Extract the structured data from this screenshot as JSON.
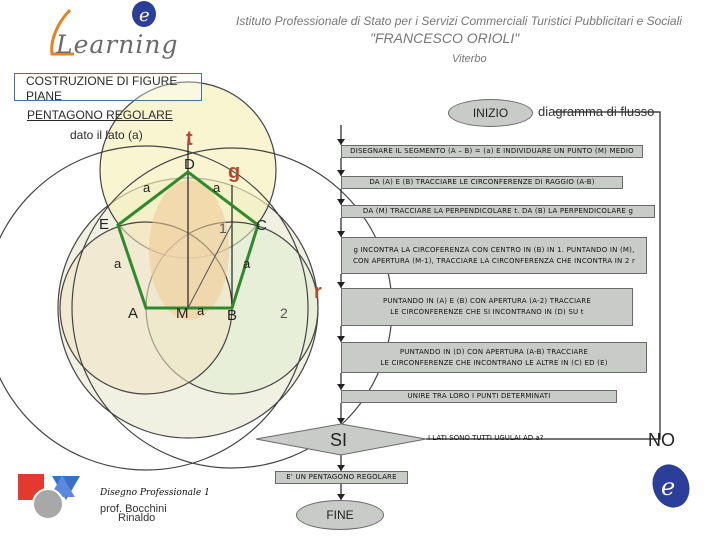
{
  "header": {
    "logo_text": "Learning",
    "institute_line1": "Istituto Professionale di Stato per i Servizi Commerciali Turistici Pubblicitari e Sociali",
    "institute_line2": "\"FRANCESCO ORIOLI\"",
    "institute_line3": "Viterbo"
  },
  "title": {
    "line1": "COSTRUZIONE DI FIGURE",
    "line2": "PIANE",
    "line3": "PENTAGONO REGOLARE",
    "line4": "dato il lato (a)"
  },
  "figure_labels": {
    "t": "t",
    "g": "g",
    "r": "r",
    "D": "D",
    "E": "E",
    "C": "C",
    "A": "A",
    "M": "M",
    "B": "B",
    "a": "a",
    "one": "1",
    "two": "2"
  },
  "flow": {
    "caption": "diagramma di flusso",
    "start": "INIZIO",
    "steps": [
      "DISEGNARE IL SEGMENTO (A – B) = (a) E INDIVIDUARE UN PUNTO (M) MEDIO",
      "DA (A) E (B) TRACCIARE LE CIRCONFERENZE DI RAGGIO (A-B)",
      "DA (M) TRACCIARE LA PERPENDICOLARE t. DA (B) LA PERPENDICOLARE g",
      "g INCONTRA LA CIRCOFERENZA CON CENTRO IN (B) IN 1. PUNTANDO IN (M),",
      "CON APERTURA (M-1), TRACCIARE LA CIRCONFERENZA CHE INCONTRA IN 2 r",
      "PUNTANDO IN (A) E (B) CON APERTURA (A-2) TRACCIARE",
      "LE CIRCONFERENZE CHE SI INCONTRANO IN (D) SU t",
      "PUNTANDO IN (D) CON APERTURA (A-B) TRACCIARE",
      "LE CIRCONFERENZE CHE INCONTRANO LE ALTRE IN (C) ED (E)",
      "UNIRE TRA LORO I PUNTI DETERMINATI"
    ],
    "decision": "I LATI SONO TUTTI UGULAI AD a?",
    "yes": "SI",
    "no": "NO",
    "result": "E' UN PENTAGONO REGOLARE",
    "end": "FINE"
  },
  "footer": {
    "course": "Disegno Professionale",
    "course_suffix": "1",
    "author_line1": "prof. Bocchini",
    "author_line2": "Rinaldo"
  }
}
